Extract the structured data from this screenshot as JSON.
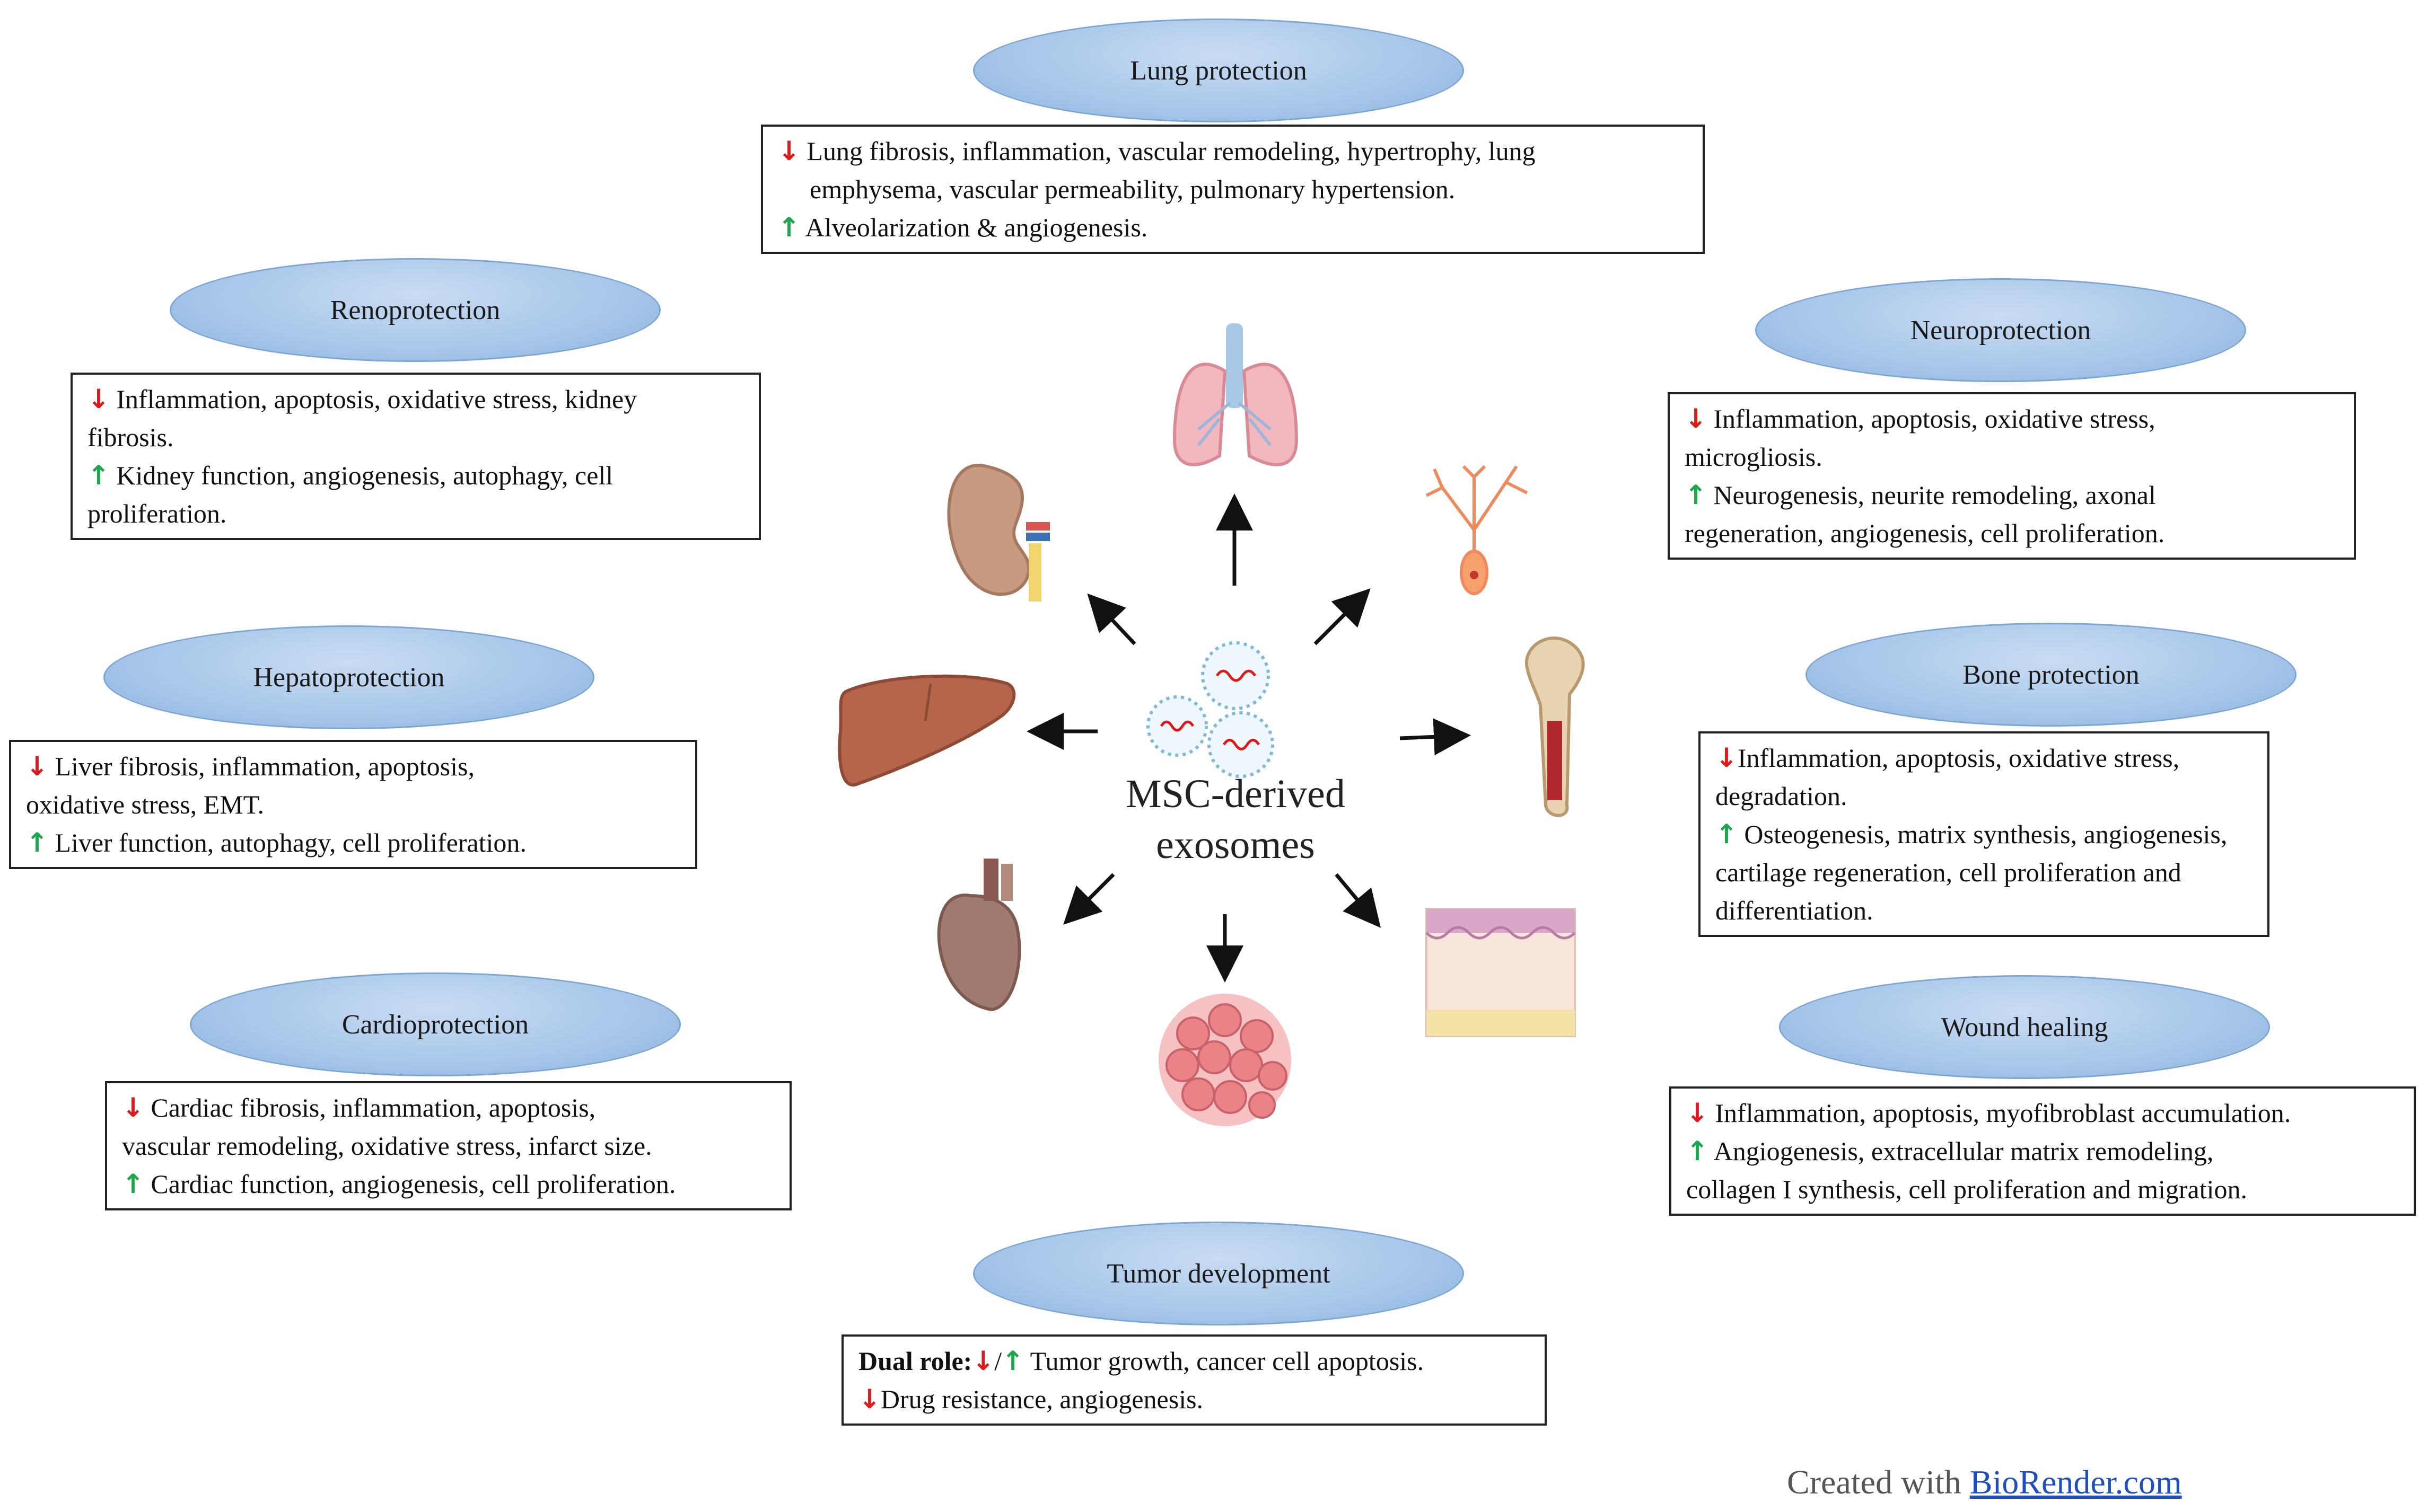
{
  "center": {
    "line1": "MSC-derived",
    "line2": "exosomes"
  },
  "credit": {
    "prefix": "Created with ",
    "link": "BioRender.com"
  },
  "arrows": {
    "down": "↓",
    "up": "↑"
  },
  "colors": {
    "down_arrow": "#e0191b",
    "up_arrow": "#1aa84a",
    "oval_fill": "#a9c8ea"
  },
  "panels": {
    "lung": {
      "title": "Lung  protection",
      "down_1": "Lung  fibrosis,  inflammation,  vascular  remodeling,  hypertrophy,  lung",
      "down_2": "emphysema,  vascular  permeability,  pulmonary  hypertension.",
      "up_1": "Alveolarization  &  angiogenesis."
    },
    "reno": {
      "title": "Renoprotection",
      "down_1": "Inflammation,   apoptosis,  oxidative  stress,  kidney",
      "down_2": "fibrosis.",
      "up_1": "Kidney  function,  angiogenesis,  autophagy,  cell",
      "up_2": "proliferation."
    },
    "hepato": {
      "title": "Hepatoprotection",
      "down_1": "Liver  fibrosis,   inflammation,    apoptosis,",
      "down_2": "oxidative   stress,  EMT.",
      "up_1": "Liver  function,  autophagy,  cell  proliferation."
    },
    "cardio": {
      "title": "Cardioprotection",
      "down_1": "Cardiac  fibrosis,   inflammation,   apoptosis,",
      "down_2": "vascular  remodeling,  oxidative  stress,  infarct  size.",
      "up_1": "Cardiac  function,  angiogenesis,  cell  proliferation."
    },
    "neuro": {
      "title": "Neuroprotection",
      "down_1": "Inflammation,  apoptosis,  oxidative  stress,",
      "down_2": "microgliosis.",
      "up_1": "Neurogenesis,  neurite  remodeling,  axonal",
      "up_2": "regeneration,  angiogenesis,  cell  proliferation."
    },
    "bone": {
      "title": "Bone  protection",
      "down_1": "Inflammation,  apoptosis,  oxidative   stress,",
      "down_2": "degradation.",
      "up_1": "Osteogenesis,  matrix  synthesis,  angiogenesis,",
      "up_2": "cartilage  regeneration,  cell  proliferation  and",
      "up_3": "differentiation."
    },
    "wound": {
      "title": "Wound  healing",
      "down_1": "Inflammation,  apoptosis,  myofibroblast  accumulation.",
      "up_1": "Angiogenesis,  extracellular  matrix  remodeling,",
      "up_2": "collagen  I  synthesis,  cell  proliferation  and migration."
    },
    "tumor": {
      "title": "Tumor  development",
      "dual_label": "Dual  role:",
      "slash": "/",
      "line_1": "Tumor  growth,  cancer  cell  apoptosis.",
      "down_2": "Drug  resistance,  angiogenesis."
    }
  }
}
